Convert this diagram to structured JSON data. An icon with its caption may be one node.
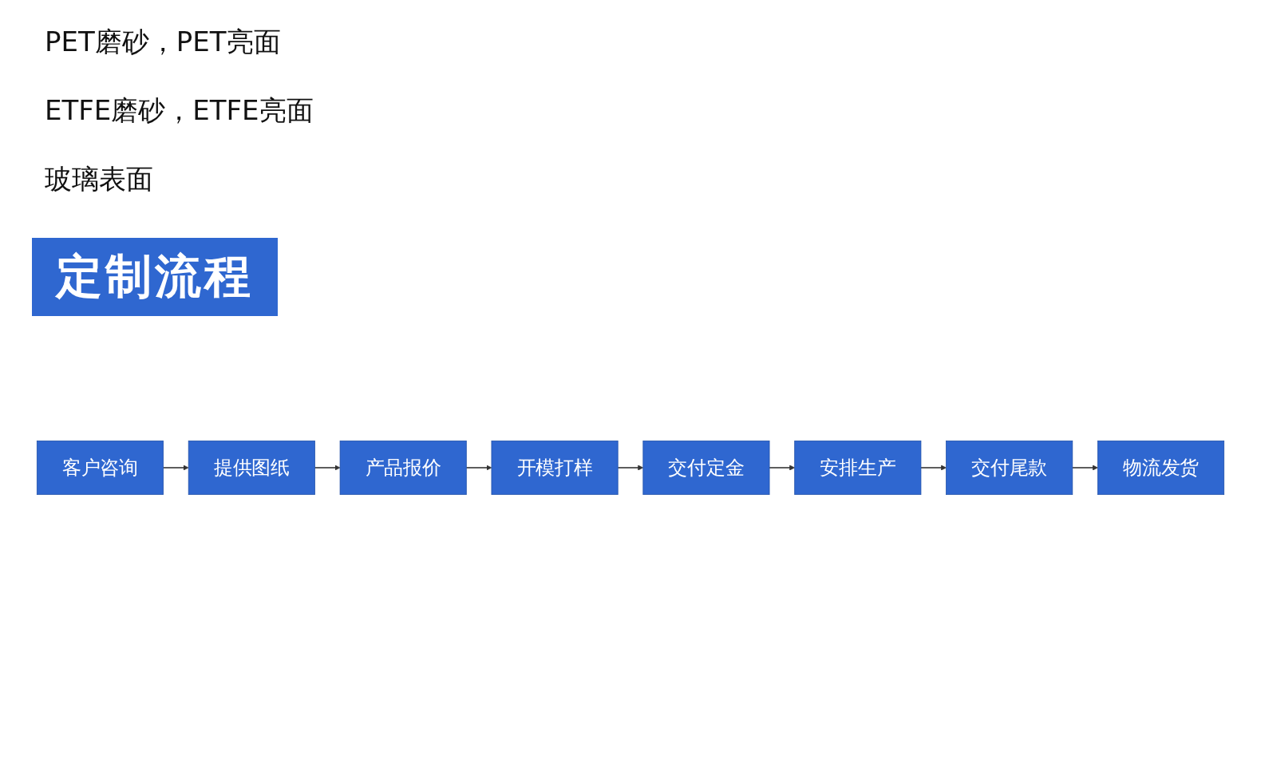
{
  "diagram": {
    "title": "定制流程",
    "nodes": [
      {
        "text": [
          "客户咨询"
        ]
      },
      {
        "text": [
          "提供图纸"
        ]
      },
      {
        "text": [
          "产品报价"
        ]
      },
      {
        "text": [
          "开模打样"
        ]
      },
      {
        "text": [
          "物流发货"
        ]
      },
      {
        "text": [
          "交付尾款"
        ]
      },
      {
        "text": [
          "安排生产"
        ]
      },
      {
        "text": [
          "交付定金"
        ]
      }
    ],
    "edges": [
      {
        "from": 0,
        "to": 1,
        "arrow": "to"
      },
      {
        "from": 1,
        "to": 2,
        "arrow": "to"
      },
      {
        "from": 2,
        "to": 3,
        "arrow": "to"
      },
      {
        "from": 3,
        "to": 7,
        "arrow": "to"
      },
      {
        "from": 7,
        "to": 6,
        "arrow": "to"
      },
      {
        "from": 6,
        "to": 5,
        "arrow": "to"
      },
      {
        "from": 5,
        "to": 4,
        "arrow": "to"
      }
    ],
    "labels": [
      "PET磨砂，PET亮面",
      "ETFE磨砂，ETFE亮面",
      "玻璃表面"
    ]
  }
}
